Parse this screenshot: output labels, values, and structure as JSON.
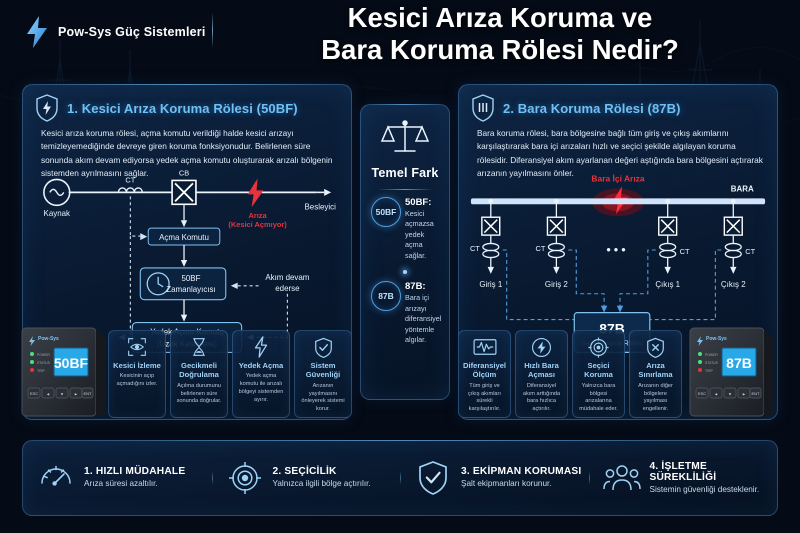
{
  "header": {
    "brand": "Pow-Sys Güç Sistemleri",
    "brand_icon": "lightning-bolt-icon",
    "title_line1": "Kesici Arıza Koruma ve",
    "title_line2": "Bara Koruma Rölesi Nedir?"
  },
  "colors": {
    "accent_blue": "#6fc0f5",
    "fault_red": "#e8323c",
    "bg_dark": "#050e1c",
    "panel_border": "#5696d7",
    "text_light": "#e3edf8"
  },
  "section_left": {
    "badge_icon": "shield-bolt-icon",
    "title": "1. Kesici Arıza Koruma Rölesi (50BF)",
    "body": "Kesici arıza koruma rölesi, açma komutu verildiği halde kesici arızayı temizleyemediğinde devreye giren koruma fonksiyonudur. Belirlenen süre sonunda akım devam ediyorsa yedek açma komutu oluşturarak arızalı bölgenin sistemden ayrılmasını sağlar.",
    "diagram": {
      "source_label": "Kaynak",
      "ct_label": "CT",
      "cb_label": "CB",
      "feeder_label": "Besleyici",
      "fault_label_line1": "Arıza",
      "fault_label_line2": "(Kesici Açmıyor)",
      "box_trip": "Açma Komutu",
      "box_timer_line1": "50BF",
      "box_timer_line2": "Zamanlayıcısı",
      "timer_icon": "clock-icon",
      "note_line1": "Akım devam",
      "note_line2": "ederse",
      "box_backup_line1": "Yedek Açma Komutu",
      "box_backup_line2": "(Uzak Kesicilere)"
    },
    "cards": [
      {
        "icon": "eye-scan-icon",
        "title": "Kesici İzleme",
        "desc": "Kesicinin açıp açmadığını izler."
      },
      {
        "icon": "hourglass-icon",
        "title": "Gecikmeli Doğrulama",
        "desc": "Açılma durumunu belirlenen süre sonunda doğrular."
      },
      {
        "icon": "bolt-icon",
        "title": "Yedek Açma",
        "desc": "Yedek açma komutu ile arızalı bölgeyi sistemden ayırır."
      },
      {
        "icon": "shield-check-icon",
        "title": "Sistem Güvenliği",
        "desc": "Arızanın yayılmasını önleyerek sistemi korur."
      }
    ]
  },
  "section_middle": {
    "icon": "balance-scale-icon",
    "title": "Temel Fark",
    "items": [
      {
        "chip": "50BF",
        "title": "50BF:",
        "desc": "Kesici açmazsa yedek açma sağlar."
      },
      {
        "chip": "87B",
        "title": "87B:",
        "desc": "Bara içi arızayı diferansiyel yöntemle algılar."
      }
    ]
  },
  "section_right": {
    "badge_icon": "shield-bars-icon",
    "title": "2. Bara Koruma Rölesi (87B)",
    "body": "Bara koruma rölesi, bara bölgesine bağlı tüm giriş ve çıkış akımlarını karşılaştırarak bara içi arızaları hızlı ve seçici şekilde algılayan koruma rölesidir. Diferansiyel akım ayarlanan değeri aştığında bara bölgesini açtırarak arızanın yayılmasını önler.",
    "diagram": {
      "fault_label": "Bara İçi Arıza",
      "bus_label": "BARA",
      "ct_label": "CT",
      "ellipsis": "• • •",
      "feeders": [
        "Giriş 1",
        "Giriş 2",
        "Çıkış 1",
        "Çıkış 2"
      ],
      "relay_title": "87B",
      "relay_sub": "Bara Koruma Rölesi"
    },
    "cards": [
      {
        "icon": "waveform-icon",
        "title": "Diferansiyel Ölçüm",
        "desc": "Tüm giriş ve çıkış akımları sürekli karşılaştırılır."
      },
      {
        "icon": "bolt-circle-icon",
        "title": "Hızlı Bara Açması",
        "desc": "Diferansiyel akım arttığında bara hızlıca açtırılır."
      },
      {
        "icon": "target-icon",
        "title": "Seçici Koruma",
        "desc": "Yalnızca bara bölgesi arızalarına müdahale eder."
      },
      {
        "icon": "shield-x-icon",
        "title": "Arıza Sınırlama",
        "desc": "Arızanın diğer bölgelere yayılması engellenir."
      }
    ]
  },
  "devices": {
    "left": {
      "brand": "Pow-Sys",
      "display": "50BF",
      "leds": [
        "POWER",
        "STATUS",
        "TRIP"
      ],
      "keys": [
        "ESC",
        "◄",
        "▼",
        "►",
        "ENT"
      ]
    },
    "right": {
      "brand": "Pow-Sys",
      "display": "87B",
      "leds": [
        "POWER",
        "STATUS",
        "TRIP"
      ],
      "keys": [
        "ESC",
        "◄",
        "▼",
        "►",
        "ENT"
      ]
    }
  },
  "benefits": [
    {
      "icon": "speedometer-icon",
      "title": "1. HIZLI MÜDAHALE",
      "desc": "Arıza süresi azaltılır."
    },
    {
      "icon": "target-icon",
      "title": "2. SEÇİCİLİK",
      "desc": "Yalnızca ilgili bölge açtırılır."
    },
    {
      "icon": "shield-check-icon",
      "title": "3. EKİPMAN KORUMASI",
      "desc": "Şalt ekipmanları korunur."
    },
    {
      "icon": "people-icon",
      "title": "4. İŞLETME SÜREKLİLİĞİ",
      "desc": "Sistemin güvenliği desteklenir."
    }
  ]
}
